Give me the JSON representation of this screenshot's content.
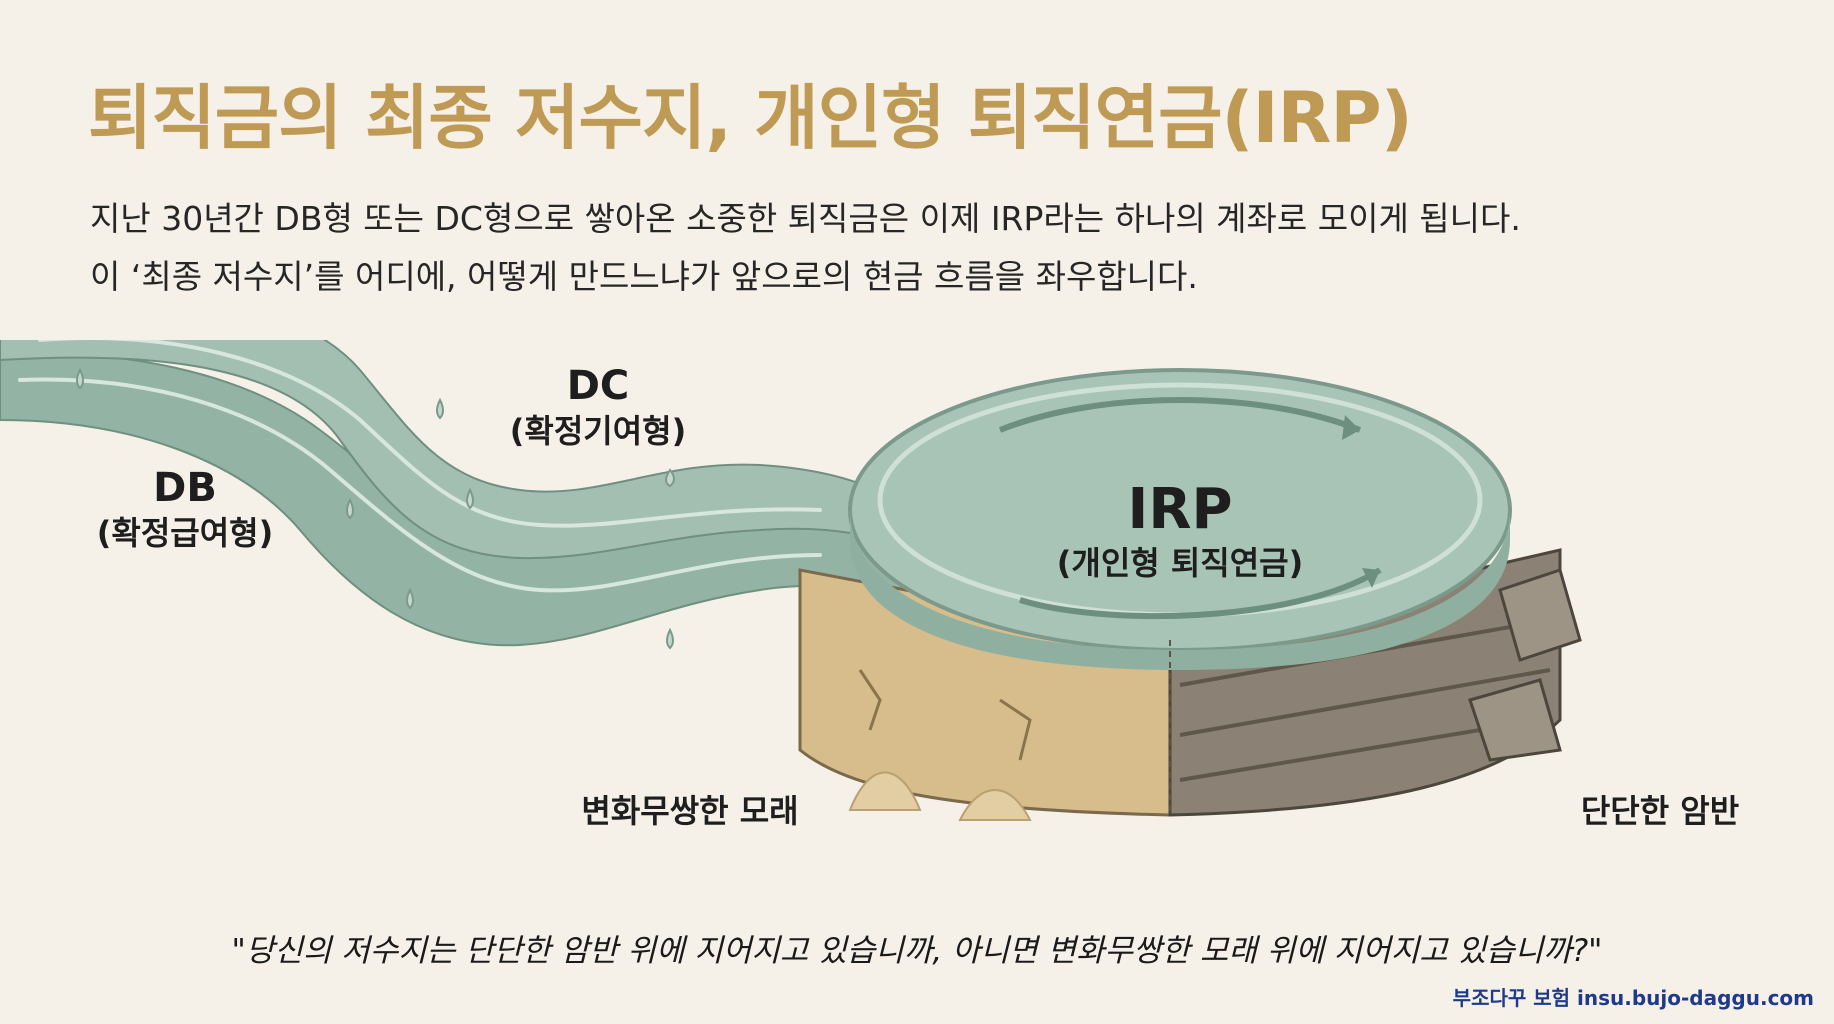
{
  "title": "퇴직금의 최종 저수지, 개인형 퇴직연금(IRP)",
  "description": {
    "line1": "지난 30년간 DB형 또는 DC형으로 쌓아온 소중한 퇴직금은 이제 IRP라는 하나의 계좌로 모이게 됩니다.",
    "line2": "이 ‘최종 저수지’를 어디에, 어떻게 만드느냐가 앞으로의 현금 흐름을 좌우합니다."
  },
  "diagram": {
    "db": {
      "name": "DB",
      "desc": "(확정급여형)"
    },
    "dc": {
      "name": "DC",
      "desc": "(확정기여형)"
    },
    "irp": {
      "name": "IRP",
      "desc": "(개인형 퇴직연금)"
    },
    "sand_label": "변화무쌍한 모래",
    "rock_label": "단단한 암반"
  },
  "quote": "\"당신의 저수지는 단단한 암반 위에 지어지고 있습니까, 아니면 변화무쌍한 모래 위에 지어지고 있습니까?\"",
  "footer": "부조다꾸 보험 insu.bujo-daggu.com",
  "colors": {
    "background": "#f6f1e8",
    "title": "#bf9a55",
    "water": "#8fb0a1",
    "sand": "#d6bd8b",
    "rock": "#8b8275",
    "footer": "#1f3a8a"
  }
}
